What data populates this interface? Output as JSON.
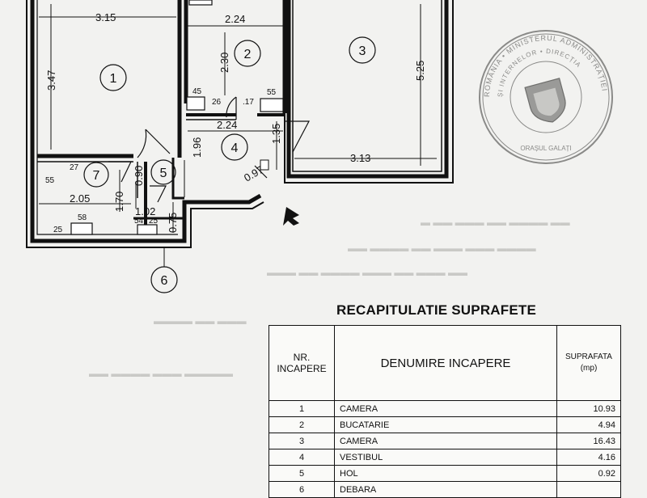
{
  "plan": {
    "rooms": [
      {
        "id": "room-1",
        "label": "1"
      },
      {
        "id": "room-2",
        "label": "2"
      },
      {
        "id": "room-3",
        "label": "3"
      },
      {
        "id": "room-4",
        "label": "4"
      },
      {
        "id": "room-5",
        "label": "5"
      },
      {
        "id": "room-6",
        "label": "6"
      },
      {
        "id": "room-7",
        "label": "7"
      }
    ],
    "dimensions": {
      "d315": "3.15",
      "d347": "3.47",
      "d224a": "2.24",
      "d230": "2.30",
      "d525": "5.25",
      "d45": "45",
      "d26": "26",
      "d17": ".17",
      "d55a": "55",
      "d224b": "2.24",
      "d135": "1.35",
      "d196": "1.96",
      "d313": "3.13",
      "d097": "0.97",
      "d55b": "55",
      "d27": "27",
      "d090": "0.90",
      "d205": "2.05",
      "d170": "1.70",
      "d102": "1.02",
      "d075": "0.75",
      "d54": "54",
      "d25a": "25",
      "d58": "58",
      "d25b": "25"
    }
  },
  "stamp": {
    "line1": "ROMÂNIA • MINISTERUL ADMINISTRAȚIEI",
    "line2": "ȘI INTERNELOR • DIRECȚIA",
    "line3": "ORAȘUL GALAȚI"
  },
  "table": {
    "title": "RECAPITULATIE SUPRAFETE",
    "headers": {
      "nr": "NR. INCAPERE",
      "name": "DENUMIRE INCAPERE",
      "area": "SUPRAFATA (mp)"
    },
    "rows": [
      {
        "nr": "1",
        "name": "CAMERA",
        "area": "10.93"
      },
      {
        "nr": "2",
        "name": "BUCATARIE",
        "area": "4.94"
      },
      {
        "nr": "3",
        "name": "CAMERA",
        "area": "16.43"
      },
      {
        "nr": "4",
        "name": "VESTIBUL",
        "area": "4.16"
      },
      {
        "nr": "5",
        "name": "HOL",
        "area": "0.92"
      },
      {
        "nr": "6",
        "name": "DEBARA",
        "area": ""
      }
    ]
  }
}
